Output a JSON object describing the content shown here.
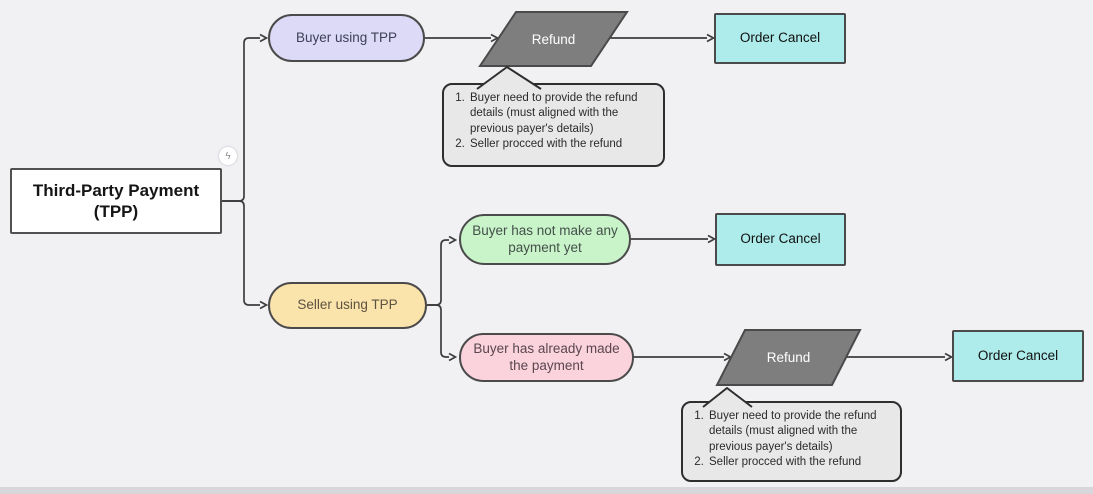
{
  "palette": {
    "background": "#F1F1F4",
    "edge": "#3D3D3D",
    "node_border": "#4A4A4A",
    "root_fill": "#FFFFFF",
    "buyer_fill": "#DCDAF7",
    "seller_fill": "#FBE3AC",
    "no_payment_fill": "#C9F3C9",
    "paid_fill": "#FBD3DC",
    "cancel_fill": "#AEECEB",
    "refund_fill": "#7E7E7E",
    "refund_text": "#FFFFFF",
    "note_fill": "#E8E8E8",
    "note_border": "#2E2E2E"
  },
  "nodes": {
    "root": {
      "label": "Third-Party Payment (TPP)"
    },
    "buyer": {
      "label": "Buyer using TPP"
    },
    "refund1": {
      "label": "Refund"
    },
    "cancel1": {
      "label": "Order Cancel"
    },
    "seller": {
      "label": "Seller using TPP"
    },
    "no_payment": {
      "label": "Buyer has not make any payment yet"
    },
    "cancel2": {
      "label": "Order Cancel"
    },
    "paid": {
      "label": "Buyer has already made the payment"
    },
    "refund2": {
      "label": "Refund"
    },
    "cancel3": {
      "label": "Order Cancel"
    }
  },
  "notes": {
    "top": {
      "item1": "Buyer need to provide the refund details (must aligned with the previous payer's details)",
      "item2": "Seller procced with the refund"
    },
    "bottom": {
      "item1": "Buyer need to provide the refund details (must aligned with the previous payer's details)",
      "item2": "Seller procced with the refund"
    }
  },
  "icons": {
    "magic": "ϟ"
  }
}
